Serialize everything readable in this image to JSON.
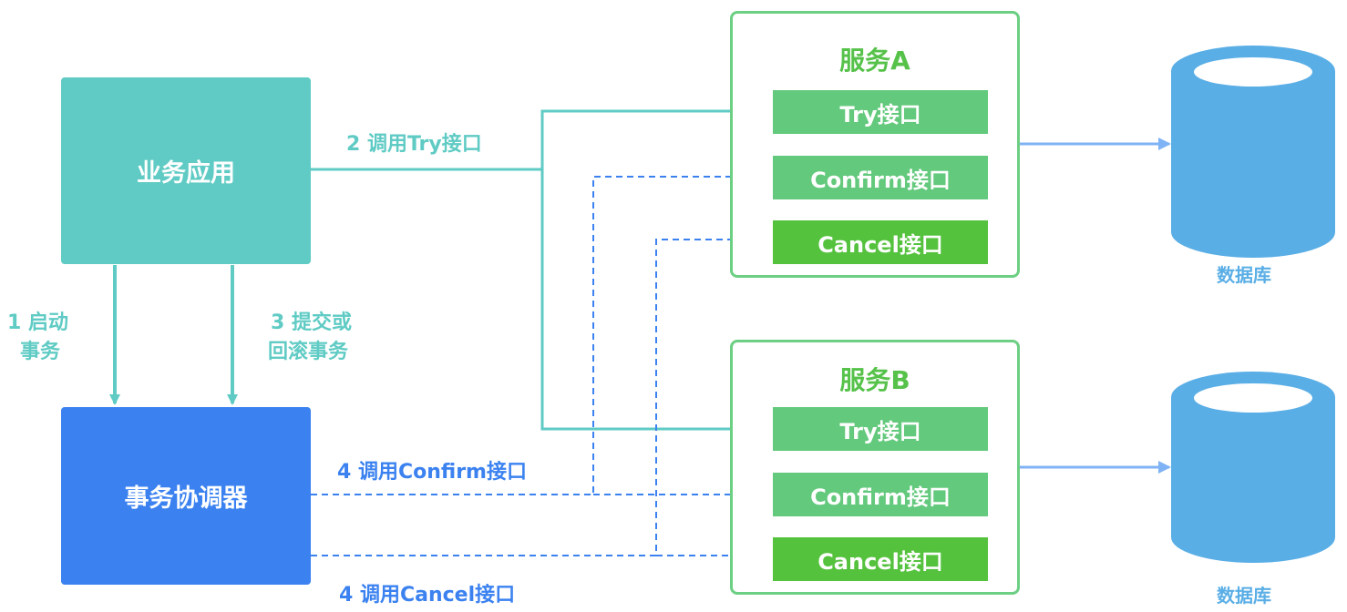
{
  "nodes": {
    "business_app": "业务应用",
    "coordinator": "事务协调器"
  },
  "service_a": {
    "title": "服务A",
    "try": "Try接口",
    "confirm": "Confirm接口",
    "cancel": "Cancel接口"
  },
  "service_b": {
    "title": "服务B",
    "try": "Try接口",
    "confirm": "Confirm接口",
    "cancel": "Cancel接口"
  },
  "edges": {
    "start": [
      "1 启动",
      "事务"
    ],
    "call_try": "2 调用Try接口",
    "commit_rollback": [
      "3 提交或",
      "回滚事务"
    ],
    "call_confirm": "4 调用Confirm接口",
    "call_cancel": "4 调用Cancel接口"
  },
  "databases": {
    "db_a": "数据库",
    "db_b": "数据库"
  },
  "colors": {
    "teal": "#5fcbc4",
    "blue": "#3b82f0",
    "green_border": "#6ccf83",
    "green_light": "#63c97c",
    "green_strong": "#55c23e",
    "db_blue": "#5aaee6",
    "db_arrow": "#7fb3f5"
  }
}
